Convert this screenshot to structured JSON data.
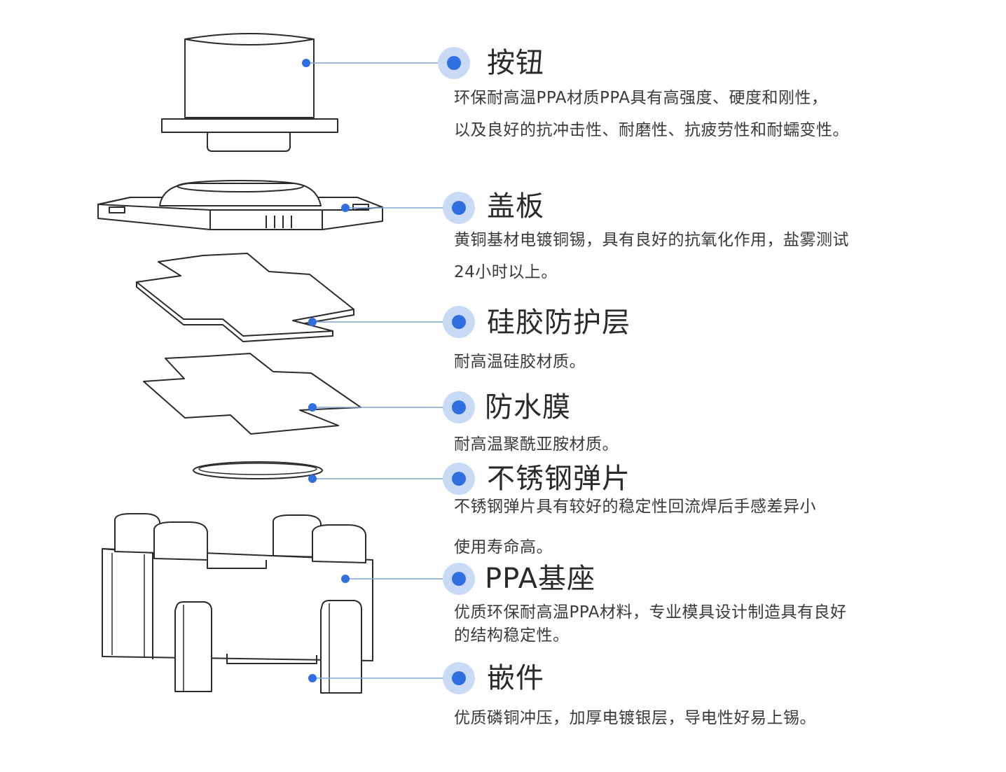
{
  "colors": {
    "accent": "#2f6fe0",
    "halo": "#c9daf6",
    "leader": "#7fa3d6",
    "drawing_line": "#2b2b2b"
  },
  "parts": [
    {
      "id": "button",
      "title": "按钮",
      "desc": [
        "环保耐高温PPA材质PPA具有高强度、硬度和刚性，",
        "以及良好的抗冲击性、耐磨性、抗疲劳性和耐蠕变性。"
      ]
    },
    {
      "id": "cover-plate",
      "title": "盖板",
      "desc": [
        "黄铜基材电镀铜锡，具有良好的抗氧化作用，盐雾测试",
        "24小时以上。"
      ]
    },
    {
      "id": "silicone-layer",
      "title": "硅胶防护层",
      "desc": [
        "耐高温硅胶材质。"
      ]
    },
    {
      "id": "waterproof-film",
      "title": "防水膜",
      "desc": [
        "耐高温聚酰亚胺材质。"
      ]
    },
    {
      "id": "steel-dome",
      "title": "不锈钢弹片",
      "desc": [
        "不锈钢弹片具有较好的稳定性回流焊后手感差异小",
        "使用寿命高。"
      ]
    },
    {
      "id": "ppa-base",
      "title": "PPA基座",
      "desc": [
        "优质环保耐高温PPA材料，专业模具设计制造具有良好",
        "的结构稳定性。"
      ]
    },
    {
      "id": "insert",
      "title": "嵌件",
      "desc": [
        "优质磷铜冲压，加厚电镀银层，导电性好易上锡。"
      ]
    }
  ]
}
